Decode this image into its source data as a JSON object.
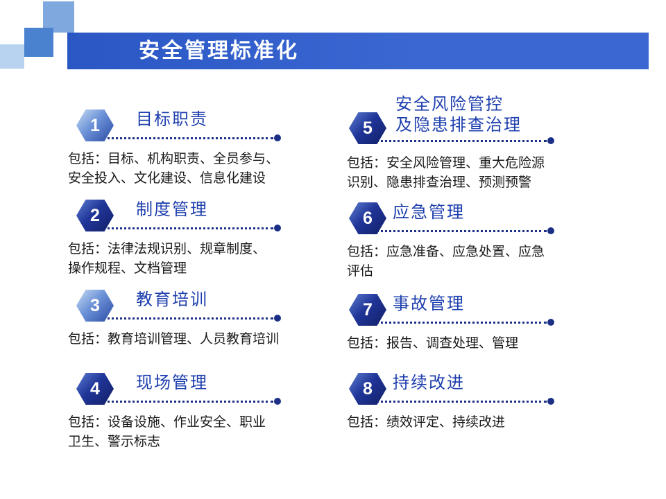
{
  "slide": {
    "title": "安全管理标准化"
  },
  "items": [
    {
      "num": "1",
      "title": "目标职责",
      "desc": "包括：目标、机构职责、全员参与、安全投入、文化建设、信息化建设"
    },
    {
      "num": "2",
      "title": "制度管理",
      "desc": "包括：法律法规识别、规章制度、操作规程、文档管理"
    },
    {
      "num": "3",
      "title": "教育培训",
      "desc": "包括：教育培训管理、人员教育培训"
    },
    {
      "num": "4",
      "title": "现场管理",
      "desc": "包括：设备设施、作业安全、职业卫生、警示标志"
    },
    {
      "num": "5",
      "title": "安全风险管控",
      "title2": "及隐患排查治理",
      "desc": "包括：安全风险管理、重大危险源识别、隐患排查治理、预测预警"
    },
    {
      "num": "6",
      "title": "应急管理",
      "desc": "包括：应急准备、应急处置、应急评估"
    },
    {
      "num": "7",
      "title": "事故管理",
      "desc": "包括：报告、调查处理、管理"
    },
    {
      "num": "8",
      "title": "持续改进",
      "desc": "包括：绩效评定、持续改进"
    }
  ],
  "colors": {
    "header_blue": "#2b57c4",
    "title_blue": "#1e3fae",
    "leader_navy": "#1b2f86",
    "hex_dark": "#203598",
    "hex_light": "#6d93d8",
    "deco_blue_1": "#7fa9de",
    "deco_blue_2": "#4a82cf",
    "deco_blue_3": "#b7d3f0",
    "body_text": "#1a1a1a"
  }
}
